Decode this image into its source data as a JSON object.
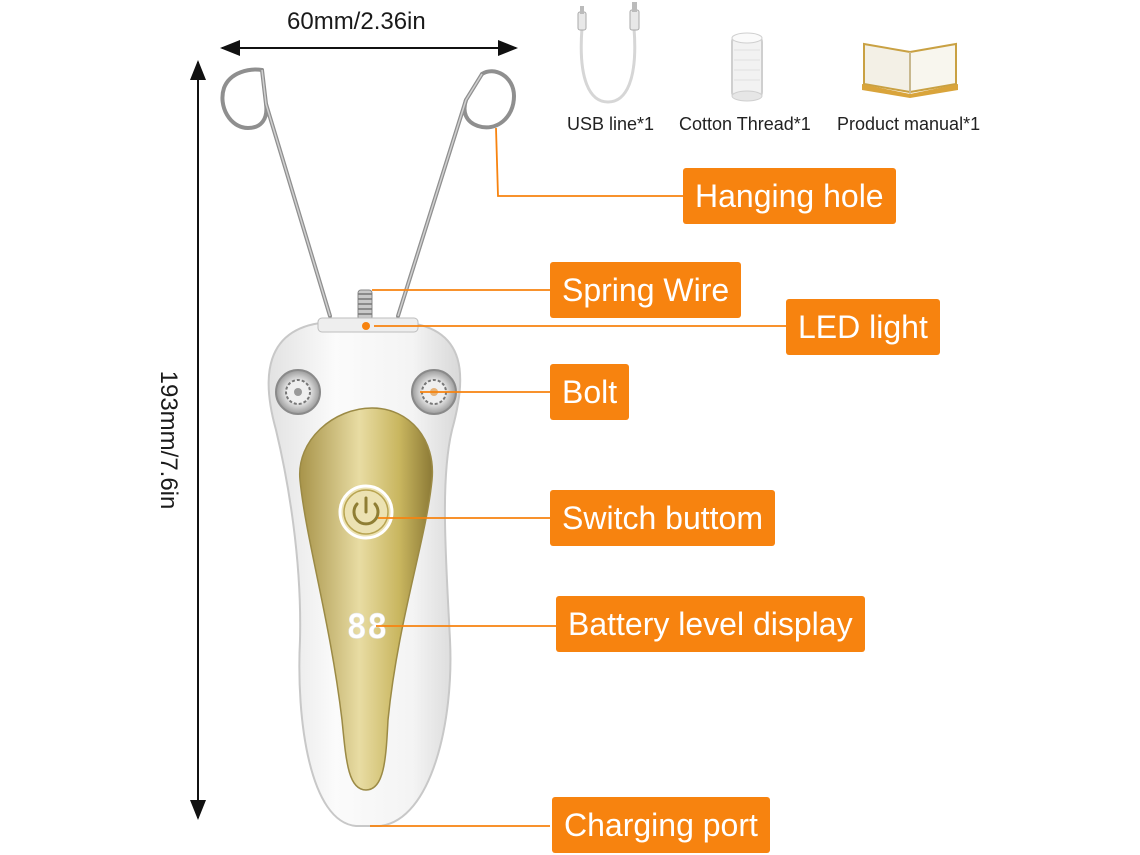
{
  "dimensions": {
    "width_label": "60mm/2.36in",
    "height_label": "193mm/7.6in"
  },
  "accessories": [
    {
      "label": "USB line*1",
      "icon": "usb-cable-icon"
    },
    {
      "label": "Cotton Thread*1",
      "icon": "thread-spool-icon"
    },
    {
      "label": "Product manual*1",
      "icon": "open-book-icon"
    }
  ],
  "callouts": [
    {
      "id": "hanging-hole",
      "label": "Hanging hole"
    },
    {
      "id": "spring-wire",
      "label": "Spring Wire"
    },
    {
      "id": "led-light",
      "label": "LED light"
    },
    {
      "id": "bolt",
      "label": "Bolt"
    },
    {
      "id": "switch-button",
      "label": "Switch buttom"
    },
    {
      "id": "battery-display",
      "label": "Battery level display"
    },
    {
      "id": "charging-port",
      "label": "Charging port"
    }
  ],
  "device": {
    "display_text": "88"
  },
  "colors": {
    "accent": "#f7830f",
    "gold": "#c9b65f",
    "body": "#f3f3f3"
  }
}
